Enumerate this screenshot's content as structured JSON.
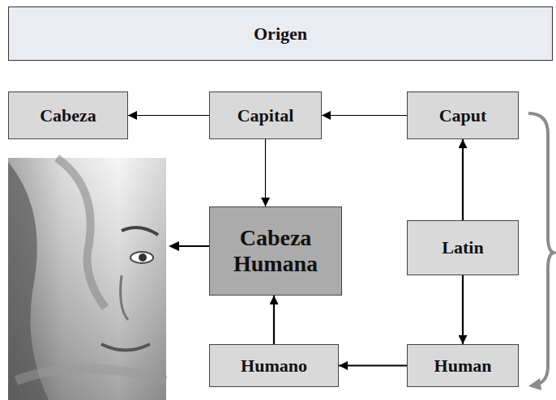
{
  "diagram": {
    "title": "Origen",
    "nodes": [
      {
        "text": [
          "Cabeza"
        ]
      },
      {
        "text": [
          "Capital"
        ]
      },
      {
        "text": [
          "Caput"
        ]
      },
      {
        "text": [
          "Cabeza Humana"
        ]
      },
      {
        "text": [
          "Latin"
        ]
      },
      {
        "text": [
          "Humano"
        ]
      },
      {
        "text": [
          "Human"
        ]
      }
    ],
    "edges": [
      {
        "from": 2,
        "to": 1,
        "arrow": "to"
      },
      {
        "from": 1,
        "to": 0,
        "arrow": "to"
      },
      {
        "from": 1,
        "to": 3,
        "arrow": "to"
      },
      {
        "from": 4,
        "to": 2,
        "arrow": "to"
      },
      {
        "from": 4,
        "to": 6,
        "arrow": "to"
      },
      {
        "from": 6,
        "to": 5,
        "arrow": "to"
      },
      {
        "from": 5,
        "to": 3,
        "arrow": "to"
      }
    ]
  }
}
